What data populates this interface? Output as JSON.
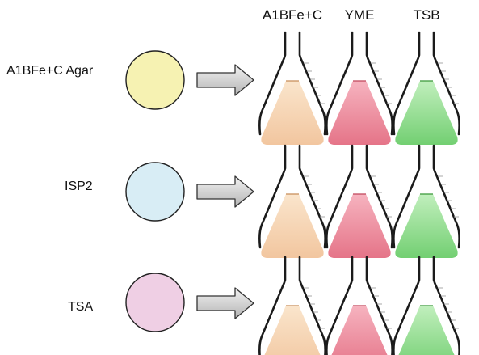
{
  "columns": [
    {
      "label": "A1BFe+C",
      "color": "#f8d8b6"
    },
    {
      "label": "YME",
      "color": "#ef96a6"
    },
    {
      "label": "TSB",
      "color": "#98dd96"
    }
  ],
  "rows": [
    {
      "label": "A1BFe+C Agar",
      "plate_color": "#f6f2b2"
    },
    {
      "label": "ISP2",
      "plate_color": "#d8edf5"
    },
    {
      "label": "TSA",
      "plate_color": "#efcfe4"
    }
  ]
}
